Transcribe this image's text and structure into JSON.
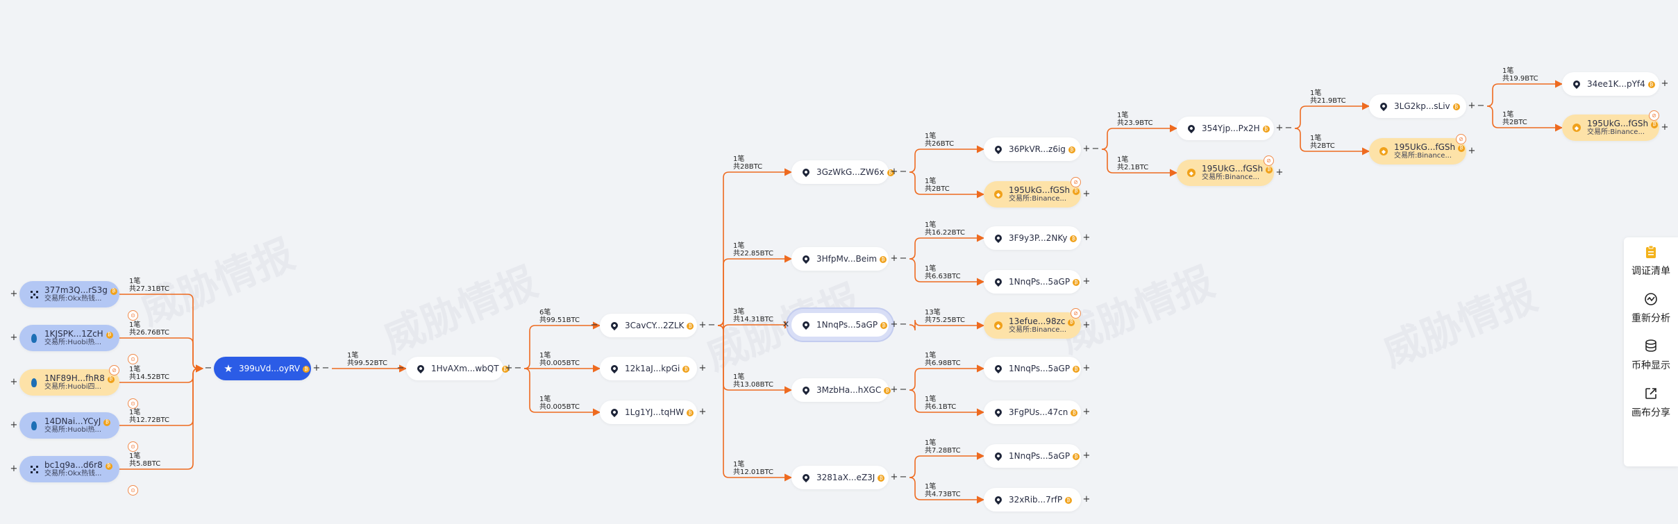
{
  "watermark": "威胁情报",
  "nodes": [
    {
      "id": "s1",
      "label": "377m3Q...rS3g",
      "sub": "交易所:Okx热钱...",
      "kind": "side"
    },
    {
      "id": "s2",
      "label": "1KJSPK...1ZcH",
      "sub": "交易所:Huobi热...",
      "kind": "side"
    },
    {
      "id": "s3",
      "label": "1NF89H...fhR8",
      "sub": "交易所:Huobi四...",
      "kind": "sideo"
    },
    {
      "id": "s4",
      "label": "14DNai...YCyJ",
      "sub": "交易所:Huobi热...",
      "kind": "side"
    },
    {
      "id": "s5",
      "label": "bc1q9a...d6r8",
      "sub": "交易所:Okx热钱...",
      "kind": "side"
    },
    {
      "id": "root",
      "label": "399uVd...oyRV",
      "kind": "root"
    },
    {
      "id": "n1",
      "label": "1HvAXm...wbQT",
      "kind": "plain"
    },
    {
      "id": "n2",
      "label": "3CavCY...2ZLK",
      "kind": "plain"
    },
    {
      "id": "n3",
      "label": "12k1aJ...kpGi",
      "kind": "plain"
    },
    {
      "id": "n4",
      "label": "1Lg1YJ...tqHW",
      "kind": "plain"
    },
    {
      "id": "m1",
      "label": "3GzWkG...ZW6x",
      "kind": "plain"
    },
    {
      "id": "m2",
      "label": "3HfpMv...Beim",
      "kind": "plain"
    },
    {
      "id": "m3",
      "label": "1NnqPs...5aGP",
      "kind": "focus"
    },
    {
      "id": "m4",
      "label": "3MzbHa...hXGC",
      "kind": "plain"
    },
    {
      "id": "m5",
      "label": "3281aX...eZ3J",
      "kind": "plain"
    },
    {
      "id": "k1",
      "label": "36PkVR...z6ig",
      "kind": "plain"
    },
    {
      "id": "k2",
      "label": "195UkG...fGSh",
      "sub": "交易所:Binance...",
      "kind": "exch"
    },
    {
      "id": "k3",
      "label": "3F9y3P...2NKy",
      "kind": "plain"
    },
    {
      "id": "k4",
      "label": "1NnqPs...5aGP",
      "kind": "plain"
    },
    {
      "id": "k5",
      "label": "13efue...98zc",
      "sub": "交易所:Binance...",
      "kind": "exch"
    },
    {
      "id": "k6",
      "label": "1NnqPs...5aGP",
      "kind": "plain"
    },
    {
      "id": "k7",
      "label": "3FgPUs...47cn",
      "kind": "plain"
    },
    {
      "id": "k8",
      "label": "1NnqPs...5aGP",
      "kind": "plain"
    },
    {
      "id": "k9",
      "label": "32xRib...7rfP",
      "kind": "plain"
    },
    {
      "id": "j1",
      "label": "354Yjp...Px2H",
      "kind": "plain"
    },
    {
      "id": "j2",
      "label": "195UkG...fGSh",
      "sub": "交易所:Binance...",
      "kind": "exch"
    },
    {
      "id": "h1",
      "label": "3LG2kp...sLiv",
      "kind": "plain"
    },
    {
      "id": "h2",
      "label": "195UkG...fGSh",
      "sub": "交易所:Binance...",
      "kind": "exch"
    },
    {
      "id": "g1",
      "label": "34ee1K...pYf4",
      "kind": "plain"
    },
    {
      "id": "g2",
      "label": "195UkG...fGSh",
      "sub": "交易所:Binance...",
      "kind": "exch"
    }
  ],
  "edges": [
    {
      "from": "s1",
      "to": "root",
      "count": "1笔",
      "amount": "共27.31BTC"
    },
    {
      "from": "s2",
      "to": "root",
      "count": "1笔",
      "amount": "共26.76BTC"
    },
    {
      "from": "s3",
      "to": "root",
      "count": "1笔",
      "amount": "共14.52BTC"
    },
    {
      "from": "s4",
      "to": "root",
      "count": "1笔",
      "amount": "共12.72BTC"
    },
    {
      "from": "s5",
      "to": "root",
      "count": "1笔",
      "amount": "共5.8BTC"
    },
    {
      "from": "root",
      "to": "n1",
      "count": "1笔",
      "amount": "共99.52BTC"
    },
    {
      "from": "n1",
      "to": "n2",
      "count": "6笔",
      "amount": "共99.51BTC"
    },
    {
      "from": "n1",
      "to": "n3",
      "count": "1笔",
      "amount": "共0.005BTC"
    },
    {
      "from": "n1",
      "to": "n4",
      "count": "1笔",
      "amount": "共0.005BTC"
    },
    {
      "from": "n2",
      "to": "m1",
      "count": "1笔",
      "amount": "共28BTC"
    },
    {
      "from": "n2",
      "to": "m2",
      "count": "1笔",
      "amount": "共22.85BTC"
    },
    {
      "from": "n2",
      "to": "m3",
      "count": "3笔",
      "amount": "共14.31BTC"
    },
    {
      "from": "n2",
      "to": "m4",
      "count": "1笔",
      "amount": "共13.08BTC"
    },
    {
      "from": "n2",
      "to": "m5",
      "count": "1笔",
      "amount": "共12.01BTC"
    },
    {
      "from": "m1",
      "to": "k1",
      "count": "1笔",
      "amount": "共26BTC"
    },
    {
      "from": "m1",
      "to": "k2",
      "count": "1笔",
      "amount": "共2BTC"
    },
    {
      "from": "m2",
      "to": "k3",
      "count": "1笔",
      "amount": "共16.22BTC"
    },
    {
      "from": "m2",
      "to": "k4",
      "count": "1笔",
      "amount": "共6.63BTC"
    },
    {
      "from": "m3",
      "to": "k5",
      "count": "13笔",
      "amount": "共75.25BTC"
    },
    {
      "from": "m4",
      "to": "k6",
      "count": "1笔",
      "amount": "共6.98BTC"
    },
    {
      "from": "m4",
      "to": "k7",
      "count": "1笔",
      "amount": "共6.1BTC"
    },
    {
      "from": "m5",
      "to": "k8",
      "count": "1笔",
      "amount": "共7.28BTC"
    },
    {
      "from": "m5",
      "to": "k9",
      "count": "1笔",
      "amount": "共4.73BTC"
    },
    {
      "from": "k1",
      "to": "j1",
      "count": "1笔",
      "amount": "共23.9BTC"
    },
    {
      "from": "k1",
      "to": "j2",
      "count": "1笔",
      "amount": "共2.1BTC"
    },
    {
      "from": "j1",
      "to": "h1",
      "count": "1笔",
      "amount": "共21.9BTC"
    },
    {
      "from": "j1",
      "to": "h2",
      "count": "1笔",
      "amount": "共2BTC"
    },
    {
      "from": "h1",
      "to": "g1",
      "count": "1笔",
      "amount": "共19.9BTC"
    },
    {
      "from": "h1",
      "to": "g2",
      "count": "1笔",
      "amount": "共2BTC"
    }
  ],
  "toolbar": [
    {
      "label": "调证清单",
      "icon": "clipboard-icon"
    },
    {
      "label": "重新分析",
      "icon": "analysis-icon"
    },
    {
      "label": "币种显示",
      "icon": "coins-icon"
    },
    {
      "label": "画布分享",
      "icon": "share-icon"
    }
  ],
  "colors": {
    "edge": "#ee6a1f",
    "root": "#2b5ce6",
    "exchange": "#fde2a8",
    "side": "#b3c7f4"
  }
}
